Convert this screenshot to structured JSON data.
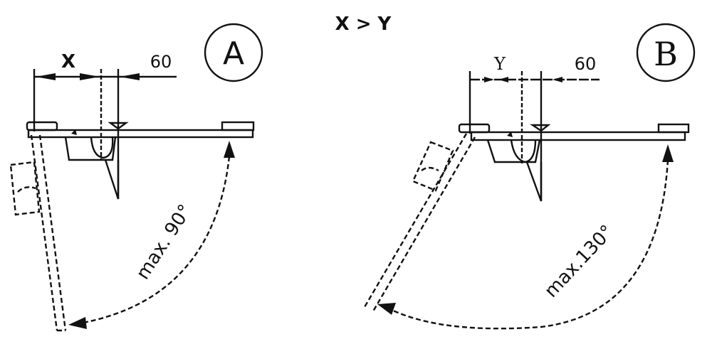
{
  "title": "X > Y",
  "panels": [
    {
      "label": "A",
      "dim_label": "X",
      "offset": "60",
      "angle_label": "max. 90°"
    },
    {
      "label": "B",
      "dim_label": "Y",
      "offset": "60",
      "angle_label": "max.130°"
    }
  ]
}
